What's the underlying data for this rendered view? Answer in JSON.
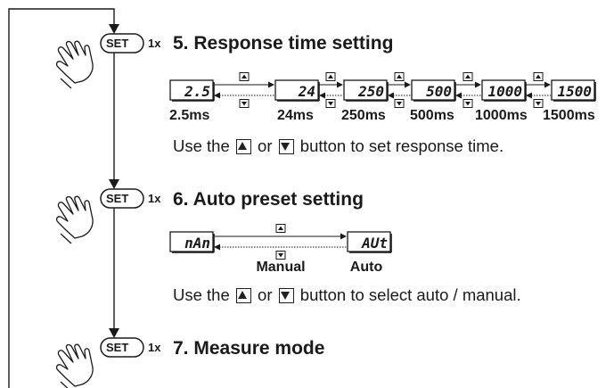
{
  "colors": {
    "ink": "#1a1a1a",
    "background": "#ffffff"
  },
  "steps": [
    {
      "button": "SET",
      "count": "1x",
      "title": "5. Response time setting",
      "displays": [
        "2.5",
        "24",
        "250",
        "500",
        "1000",
        "1500"
      ],
      "labels": [
        "2.5ms",
        "24ms",
        "250ms",
        "500ms",
        "1000ms",
        "1500ms"
      ],
      "instruction": {
        "before": "Use the",
        "middle": "or",
        "after": "button to set response time."
      }
    },
    {
      "button": "SET",
      "count": "1x",
      "title": "6. Auto preset setting",
      "displays": [
        "nAn",
        "AUt"
      ],
      "labels": [
        "Manual",
        "Auto"
      ],
      "instruction": {
        "before": "Use the",
        "middle": "or",
        "after": "button to select auto / manual."
      }
    },
    {
      "button": "SET",
      "count": "1x",
      "title": "7. Measure mode"
    }
  ],
  "icons": [
    "hand-press-icon",
    "up-arrow-button-icon",
    "down-arrow-button-icon"
  ]
}
